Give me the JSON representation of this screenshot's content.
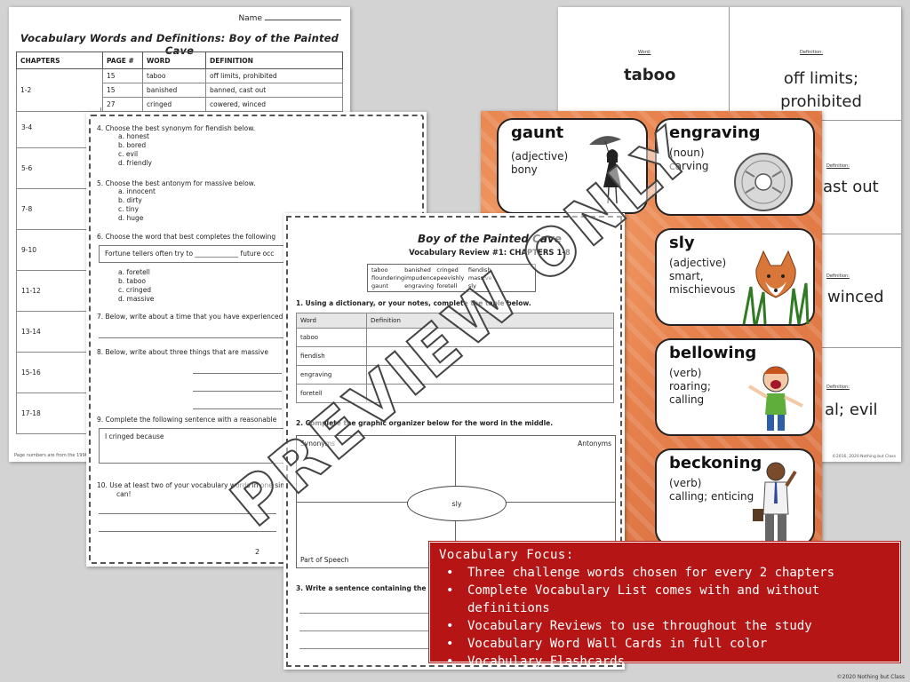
{
  "page1": {
    "name_label": "Name",
    "title": "Vocabulary Words and Definitions: Boy of the Painted Cave",
    "columns": [
      "CHAPTERS",
      "PAGE #",
      "WORD",
      "DEFINITION"
    ],
    "rows": [
      {
        "page": "15",
        "word": "taboo",
        "definition": "off limits, prohibited"
      },
      {
        "page": "15",
        "word": "banished",
        "definition": "banned, cast out"
      },
      {
        "page": "27",
        "word": "cringed",
        "definition": "cowered, winced"
      }
    ],
    "chapters": [
      "1-2",
      "3-4",
      "5-6",
      "7-8",
      "9-10",
      "11-12",
      "13-14",
      "15-16",
      "17-18"
    ],
    "footer": "Page numbers are from the 1996 PaperStar"
  },
  "page2": {
    "q4": "4.    Choose the best synonym for fiendish below.",
    "q4_opts": [
      "a.    honest",
      "b.    bored",
      "c.    evil",
      "d.    friendly"
    ],
    "q5": "5.    Choose the best antonym for massive below.",
    "q5_opts": [
      "a.    innocent",
      "b.    dirty",
      "c.    tiny",
      "d.    huge"
    ],
    "q6": "6.    Choose the word that best completes the following",
    "q6_sentence": "Fortune tellers often try to _____________ future occ",
    "q6_opts": [
      "a.    foretell",
      "b.    taboo",
      "c.    cringed",
      "d.    massive"
    ],
    "q7": "7.    Below, write about a time that you have experienced",
    "q8": "8.    Below, write about three things that are massive",
    "q9": "9.    Complete the following sentence with a reasonable",
    "q9_box": "I cringed because",
    "q10": "10.   Use at least two of your vocabulary words in one sin",
    "q10_b": "can!",
    "page_number": "2"
  },
  "page3": {
    "title": "Boy of the Painted Cave",
    "subtitle": "Vocabulary Review #1: CHAPTERS 1-8",
    "word_bank": [
      "taboo",
      "banished",
      "cringed",
      "fiendish",
      "floundering",
      "impudence",
      "peevishly",
      "massive",
      "gaunt",
      "engraving",
      "foretell",
      "sly"
    ],
    "instruction1": "1.  Using a dictionary, or your notes, complete the table below.",
    "table_header": [
      "Word",
      "Definition"
    ],
    "table_words": [
      "taboo",
      "fiendish",
      "engraving",
      "foretell"
    ],
    "instruction2": "2.  Complete the graphic organizer below for the word in the middle.",
    "synonyms": "Synonyms",
    "antonyms": "Antonyms",
    "part_of_speech": "Part of Speech",
    "center_word": "sly",
    "instruction3": "3.  Write a sentence containing the word"
  },
  "page4": {
    "word_label": "Word:",
    "definition_label": "Definition:",
    "word1": "taboo",
    "def1": "off limits; prohibited",
    "def2_partial": "ast out",
    "def3_partial": "winced",
    "def4_partial": "al; evil",
    "copyright": "©2016, 2020 Nothing but Class"
  },
  "page5": {
    "cards": [
      {
        "word": "gaunt",
        "pos": "(adjective)",
        "def": "bony"
      },
      {
        "word": "engraving",
        "pos": "(noun)",
        "def": "carving"
      },
      {
        "word": "sly",
        "pos": "(adjective)",
        "def": "smart, mischievous"
      },
      {
        "word": "bellowing",
        "pos": "(verb)",
        "def": "roaring; calling"
      },
      {
        "word": "beckoning",
        "pos": "(verb)",
        "def": "calling; enticing"
      }
    ]
  },
  "watermark": "PREVIEW ONLY",
  "focus": {
    "heading": "Vocabulary Focus:",
    "items": [
      "Three challenge words chosen for every 2 chapters",
      "Complete Vocabulary List comes with and without definitions",
      "Vocabulary Reviews to use throughout the study",
      "Vocabulary Word Wall Cards in full color",
      "Vocabulary Flashcards"
    ]
  },
  "copyright": "©2020 Nothing but Class",
  "colors": {
    "background": "#d3d3d3",
    "focus_box": "#b51515",
    "card_bg": "#e98c5a"
  }
}
